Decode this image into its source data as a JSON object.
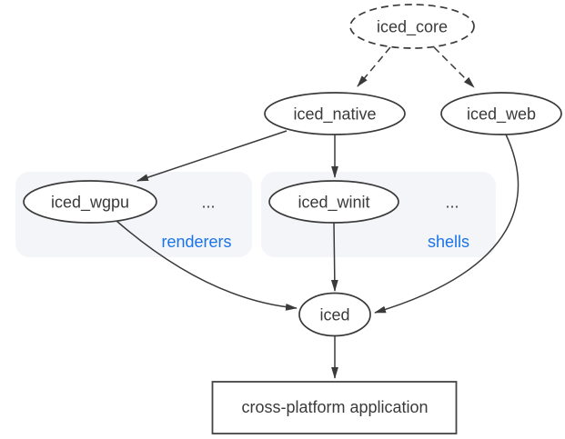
{
  "diagram": {
    "nodes": {
      "iced_core": "iced_core",
      "iced_native": "iced_native",
      "iced_web": "iced_web",
      "iced_wgpu": "iced_wgpu",
      "iced_winit": "iced_winit",
      "iced": "iced",
      "application": "cross-platform application"
    },
    "groups": {
      "renderers": {
        "label": "renderers",
        "ellipsis": "..."
      },
      "shells": {
        "label": "shells",
        "ellipsis": "..."
      }
    },
    "colors": {
      "stroke": "#3a3a3a",
      "node_text": "#3a3a3a",
      "group_label_blue": "#1a73e8",
      "group_fill": "#f4f5f8",
      "background": "#ffffff"
    }
  }
}
